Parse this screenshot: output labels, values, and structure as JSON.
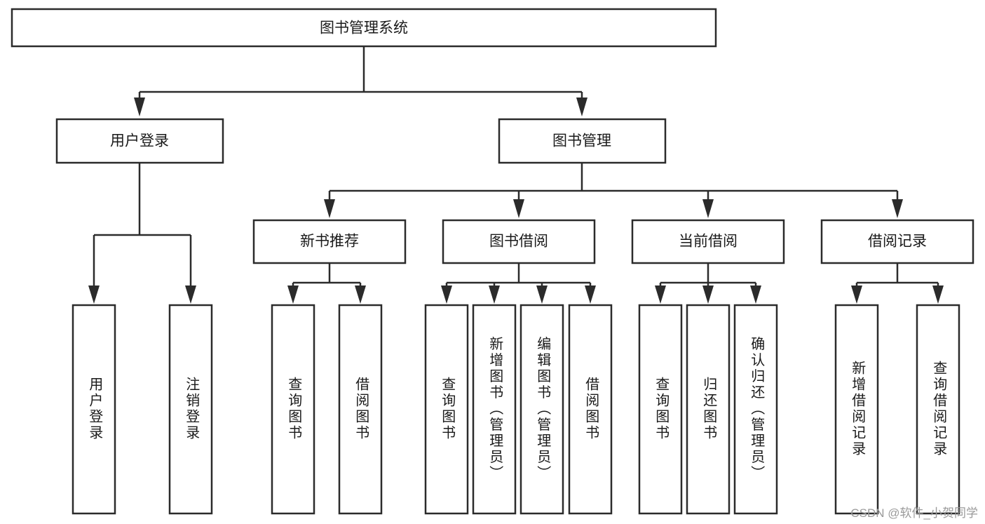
{
  "diagram": {
    "type": "tree",
    "title": "图书管理系统",
    "watermark": "CSDN @软件_小贺同学",
    "colors": {
      "stroke": "#2b2b2b",
      "fill": "#ffffff",
      "text": "#1a1a1a",
      "watermark": "#9a9a9a"
    },
    "root": {
      "label": "图书管理系统"
    },
    "level1": [
      {
        "label": "用户登录"
      },
      {
        "label": "图书管理"
      }
    ],
    "level2": [
      {
        "label": "新书推荐"
      },
      {
        "label": "图书借阅"
      },
      {
        "label": "当前借阅"
      },
      {
        "label": "借阅记录"
      }
    ],
    "leaves": {
      "user_login": [
        {
          "label": "用户登录"
        },
        {
          "label": "注销登录"
        }
      ],
      "new_book_recommend": [
        {
          "label": "查询图书"
        },
        {
          "label": "借阅图书"
        }
      ],
      "book_borrow": [
        {
          "label": "查询图书"
        },
        {
          "label": "新增图书（管理员）"
        },
        {
          "label": "编辑图书（管理员）"
        },
        {
          "label": "借阅图书"
        }
      ],
      "current_borrow": [
        {
          "label": "查询图书"
        },
        {
          "label": "归还图书"
        },
        {
          "label": "确认归还（管理员）"
        }
      ],
      "borrow_record": [
        {
          "label": "新增借阅记录"
        },
        {
          "label": "查询借阅记录"
        }
      ]
    }
  }
}
